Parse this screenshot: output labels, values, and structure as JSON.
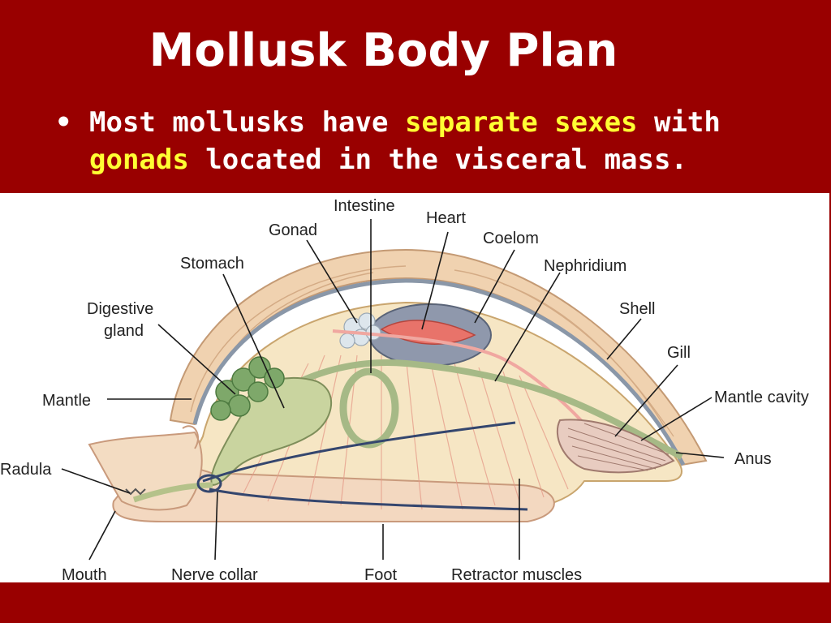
{
  "slide": {
    "title": "Mollusk Body Plan",
    "bullet": {
      "marker": "•",
      "parts": [
        "Most mollusks have ",
        "separate sexes",
        " with ",
        "gonads",
        " located in the visceral mass."
      ]
    }
  },
  "colors": {
    "background": "#990000",
    "highlight": "#ffff33",
    "text": "#ffffff",
    "panel": "#ffffff"
  },
  "diagram": {
    "labels": {
      "intestine": "Intestine",
      "gonad": "Gonad",
      "heart": "Heart",
      "coelom": "Coelom",
      "stomach": "Stomach",
      "nephridium": "Nephridium",
      "digestive_gland_1": "Digestive",
      "digestive_gland_2": "gland",
      "shell": "Shell",
      "gill": "Gill",
      "mantle": "Mantle",
      "mantle_cavity": "Mantle cavity",
      "radula": "Radula",
      "anus": "Anus",
      "mouth": "Mouth",
      "nerve_collar": "Nerve collar",
      "foot": "Foot",
      "retractor_muscles": "Retractor muscles"
    }
  }
}
